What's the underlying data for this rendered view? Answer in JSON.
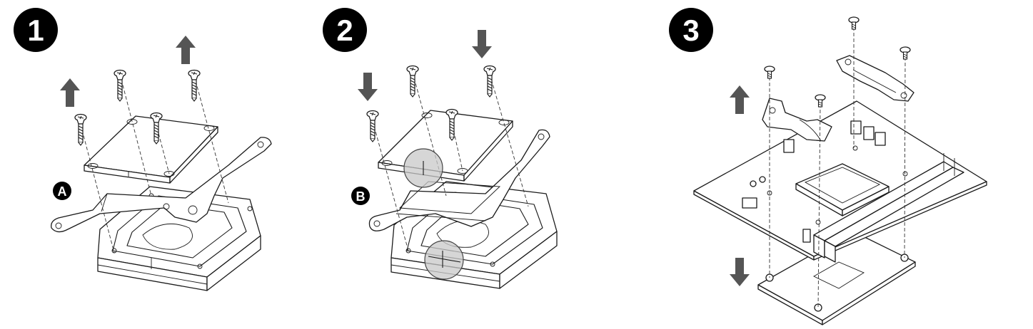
{
  "steps": [
    {
      "number": "1",
      "callout": "A",
      "arrows": "up"
    },
    {
      "number": "2",
      "callout": "B",
      "arrows": "down"
    },
    {
      "number": "3",
      "callout": "",
      "arrows": "up-down"
    }
  ],
  "colors": {
    "line": "#1a1a1a",
    "arrow": "#555555",
    "badge": "#000000",
    "highlight": "#c8c8c8"
  }
}
